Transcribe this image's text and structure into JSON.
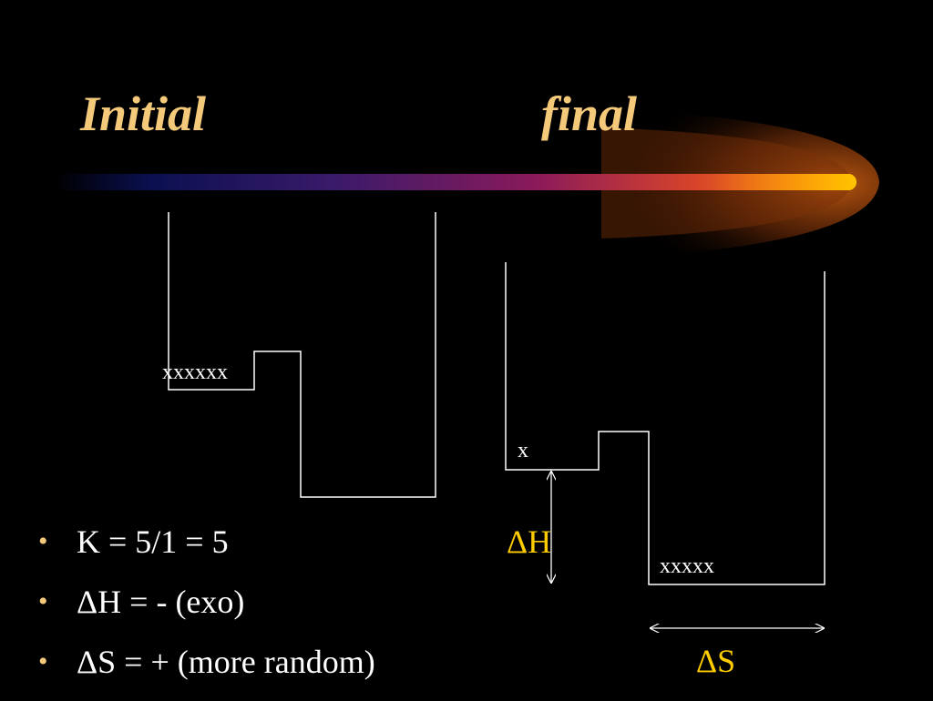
{
  "slide": {
    "title_left": "Initial",
    "title_right": "final",
    "bullets": [
      "K = 5/1 = 5",
      "ΔH = -  (exo)",
      "ΔS = +  (more random)"
    ]
  },
  "diagram": {
    "initial_particles": "xxxxxx",
    "final_left_particles": "x",
    "final_right_particles": "xxxxx",
    "delta_h_label": "ΔH",
    "delta_s_label": "ΔS"
  },
  "colors": {
    "background": "#000000",
    "title": "#f5c97a",
    "text": "#ffffff",
    "accent_label": "#ffcc00",
    "bullet": "#f5c97a"
  }
}
